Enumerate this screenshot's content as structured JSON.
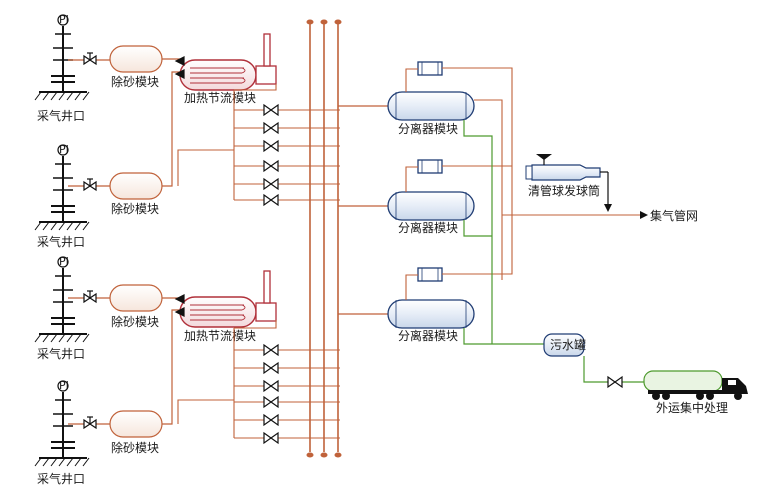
{
  "labels": {
    "well_head": "采气井口",
    "desander": "除砂模块",
    "heater": "加热节流模块",
    "separator": "分离器模块",
    "pig_launcher": "清管球发球筒",
    "gas_network": "集气管网",
    "sewage_tank": "污水罐",
    "truck_out": "外运集中处理",
    "gauge_symbol": "PI"
  },
  "colors": {
    "gas_line": "#c0623a",
    "water_line": "#4e9a2e",
    "equipment_stroke": "#1f3c73",
    "desander_stroke": "#c0623a",
    "heater_stroke": "#b0303a",
    "black": "#111111"
  }
}
